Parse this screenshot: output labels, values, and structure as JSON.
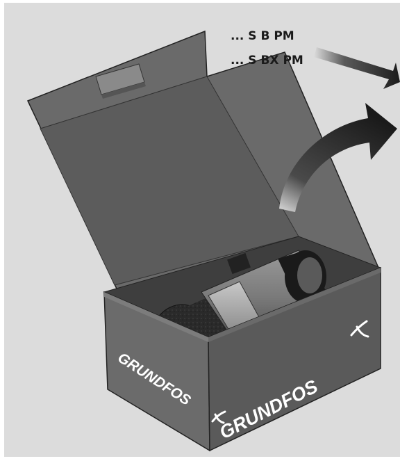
{
  "labels": {
    "variant_1": "... S B PM",
    "variant_2": "... S BX PM"
  },
  "brand": {
    "logo_text": "GRUNDFOS"
  },
  "colors": {
    "background": "#dcdcdc",
    "box_dark": "#4a4a4a",
    "box_mid": "#5e5e5e",
    "box_light": "#727272",
    "arrow": "#1e1e1e"
  }
}
